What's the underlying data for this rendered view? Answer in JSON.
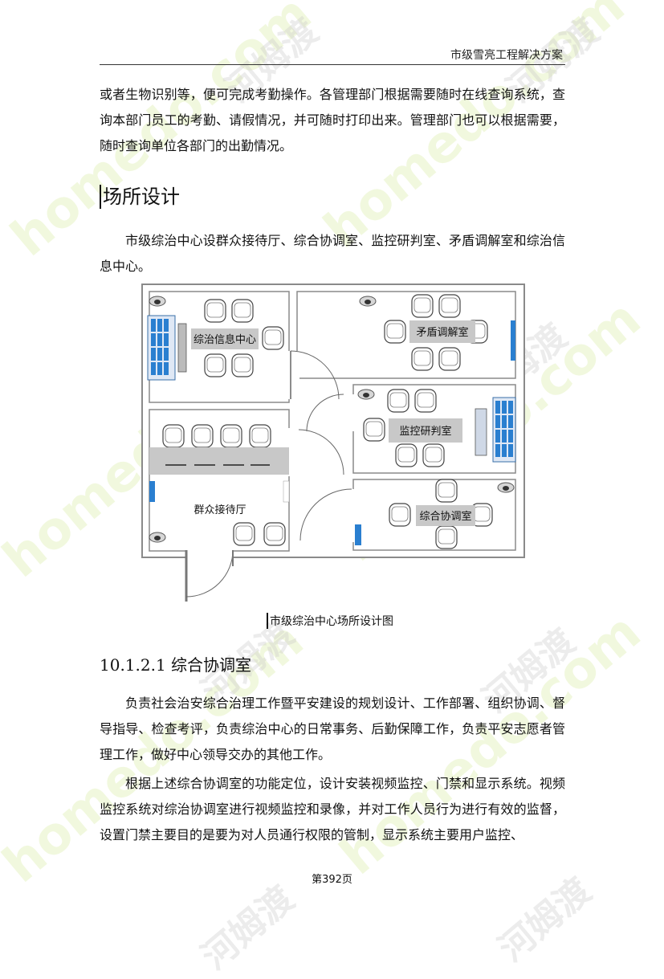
{
  "header": {
    "title": "市级雪亮工程解决方案"
  },
  "paragraphs": {
    "p1": "或者生物识别等，便可完成考勤操作。各管理部门根据需要随时在线查询系统，查询本部门员工的考勤、请假情况，并可随时打印出来。管理部门也可以根据需要，随时查询单位各部门的出勤情况。",
    "p2": "市级综治中心设群众接待厅、综合协调室、监控研判室、矛盾调解室和综治信息中心。",
    "p3": "负责社会治安综合治理工作暨平安建设的规划设计、工作部署、组织协调、督导指导、检查考评，负责综治中心的日常事务、后勤保障工作，负责平安志愿者管理工作，做好中心领导交办的其他工作。",
    "p4": "根据上述综合协调室的功能定位，设计安装视频监控、门禁和显示系统。视频监控系统对综治协调室进行视频监控和录像，并对工作人员行为进行有效的监督，设置门禁主要目的是要为对人员通行权限的管制，显示系统主要用户监控、"
  },
  "headings": {
    "section": "场所设计",
    "subsection": "10.1.2.1 综合协调室"
  },
  "figure": {
    "caption": "市级综治中心场所设计图",
    "rooms": {
      "info_center": "综治信息中心",
      "mediation": "矛盾调解室",
      "monitoring": "监控研判室",
      "reception": "群众接待厅",
      "coordination": "综合协调室"
    }
  },
  "footer": {
    "page": "第392页"
  },
  "colors": {
    "screen_blue": "#2a7fd0",
    "room_label_bg": "#c8c8c8",
    "wall": "#8a8a8a"
  }
}
